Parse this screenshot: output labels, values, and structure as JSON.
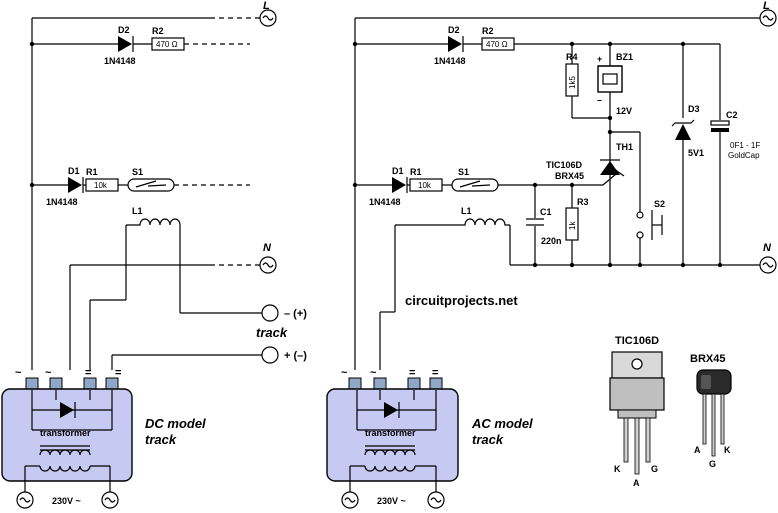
{
  "site": "circuitprojects.net",
  "mains_labels": {
    "live": "L",
    "neutral": "N",
    "ac_symbol": "~",
    "eq_symbol": "="
  },
  "left_circuit": {
    "caption_line1": "DC model",
    "caption_line2": "track",
    "box_label": "transformer",
    "supply_label": "230V ~",
    "track_label": "track",
    "track_minus": "– (+)",
    "track_plus": "+ (–)",
    "components": [
      {
        "ref": "D2",
        "value": "1N4148"
      },
      {
        "ref": "R2",
        "value": "470 Ω"
      },
      {
        "ref": "D1",
        "value": "1N4148"
      },
      {
        "ref": "R1",
        "value": "10k"
      },
      {
        "ref": "S1"
      },
      {
        "ref": "L1"
      }
    ]
  },
  "right_circuit": {
    "caption_line1": "AC model",
    "caption_line2": "track",
    "box_label": "transformer",
    "supply_label": "230V ~",
    "components": [
      {
        "ref": "D2",
        "value": "1N4148"
      },
      {
        "ref": "R2",
        "value": "470 Ω"
      },
      {
        "ref": "D1",
        "value": "1N4148"
      },
      {
        "ref": "R1",
        "value": "10k"
      },
      {
        "ref": "S1"
      },
      {
        "ref": "L1"
      },
      {
        "ref": "R4",
        "value": "1k5"
      },
      {
        "ref": "BZ1",
        "value": "12V"
      },
      {
        "ref": "TH1"
      },
      {
        "ref": "D3",
        "value": "5V1"
      },
      {
        "ref": "C2",
        "value": "0F1 - 1F"
      },
      {
        "ref": "C1",
        "value": "220n"
      },
      {
        "ref": "R3",
        "value": "1k"
      },
      {
        "ref": "S2"
      }
    ],
    "buzzer_plus": "+",
    "buzzer_minus": "–",
    "thyristor_name": "TIC106D",
    "thyristor_alt": "BRX45",
    "c2_note": "GoldCap"
  },
  "packages": {
    "tic": {
      "name": "TIC106D",
      "pins": [
        "K",
        "A",
        "G"
      ]
    },
    "brx": {
      "name": "BRX45",
      "pins": [
        "A",
        "G",
        "K"
      ]
    }
  }
}
